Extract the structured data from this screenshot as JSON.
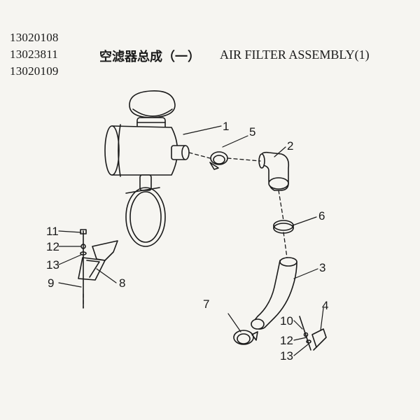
{
  "part_numbers": [
    "13020108",
    "13023811",
    "13020109"
  ],
  "title": {
    "chinese": "空滤器总成（一）",
    "english": "AIR FILTER ASSEMBLY(1)"
  },
  "callouts": {
    "c1": "1",
    "c2": "2",
    "c3": "3",
    "c4": "4",
    "c5": "5",
    "c6": "6",
    "c7": "7",
    "c8": "8",
    "c9": "9",
    "c10": "10",
    "c11": "11",
    "c12a": "12",
    "c13a": "13",
    "c12b": "12",
    "c13b": "13"
  },
  "colors": {
    "ink": "#1a1a1a",
    "paper": "#f6f5f1"
  }
}
